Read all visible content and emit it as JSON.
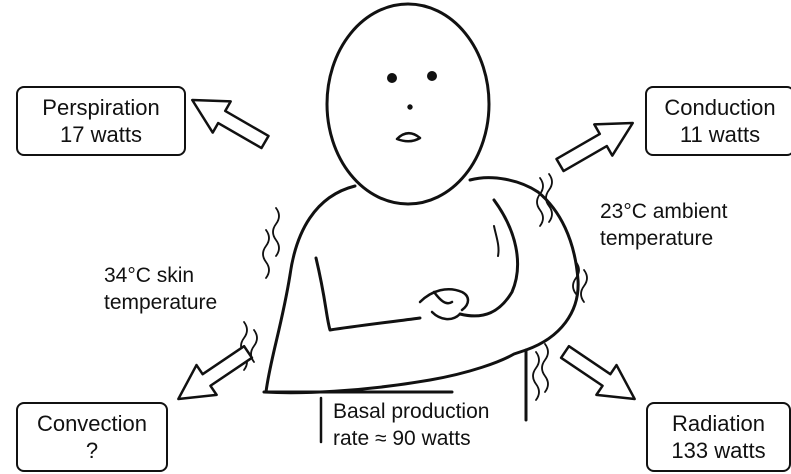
{
  "boxes": {
    "perspiration": {
      "title": "Perspiration",
      "value": "17 watts"
    },
    "conduction": {
      "title": "Conduction",
      "value": "11 watts"
    },
    "convection": {
      "title": "Convection",
      "value": "?"
    },
    "radiation": {
      "title": "Radiation",
      "value": "133 watts"
    }
  },
  "labels": {
    "ambient_line1": "23°C ambient",
    "ambient_line2": "temperature",
    "skin_line1": "34°C skin",
    "skin_line2": "temperature",
    "basal_line1": "Basal production",
    "basal_line2": "rate ≈ 90 watts"
  },
  "colors": {
    "ink": "#111111",
    "background": "#ffffff"
  }
}
